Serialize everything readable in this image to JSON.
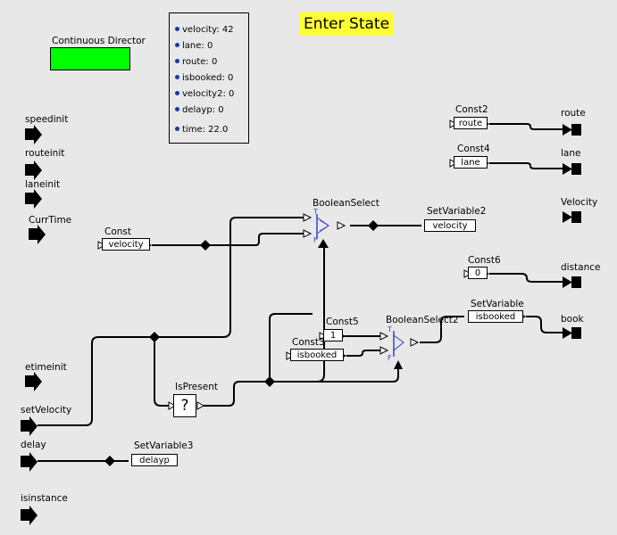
{
  "title": "Enter State",
  "director": {
    "label": "Continuous Director",
    "color": "#00ff00"
  },
  "monitor": {
    "rows": [
      "velocity: 42",
      "lane: 0",
      "route: 0",
      "isbooked: 0",
      "velocity2: 0",
      "delayp: 0",
      "time: 22.0"
    ]
  },
  "input_ports": {
    "speedinit": "speedinit",
    "routeinit": "routeinit",
    "laneinit": "laneinit",
    "currtime": "CurrTime",
    "etimeinit": "etimeinit",
    "setvelocity": "setVelocity",
    "delay": "delay",
    "isinstance": "isinstance"
  },
  "output_ports": {
    "route": "route",
    "lane": "lane",
    "velocity": "Velocity",
    "distance": "distance",
    "book": "book"
  },
  "actors": {
    "const": {
      "name": "Const",
      "value": "velocity"
    },
    "const2": {
      "name": "Const2",
      "value": "route"
    },
    "const4": {
      "name": "Const4",
      "value": "lane"
    },
    "const6": {
      "name": "Const6",
      "value": "0"
    },
    "const5": {
      "name": "Const5",
      "value": "1"
    },
    "const3": {
      "name": "Const3",
      "value": "isbooked"
    },
    "booleanselect": {
      "name": "BooleanSelect",
      "true_label": "T",
      "false_label": "F"
    },
    "booleanselect2": {
      "name": "BooleanSelect2",
      "true_label": "T",
      "false_label": "F"
    },
    "setvariable2": {
      "name": "SetVariable2",
      "value": "velocity"
    },
    "setvariable": {
      "name": "SetVariable",
      "value": "isbooked"
    },
    "setvariable3": {
      "name": "SetVariable3",
      "value": "delayp"
    },
    "ispresent": {
      "name": "IsPresent",
      "symbol": "?"
    }
  },
  "colors": {
    "background": "#e8e8e8",
    "title_bg": "#ffff33",
    "monitor_dot": "#1a3aa0",
    "select_accent": "#3344cc"
  }
}
